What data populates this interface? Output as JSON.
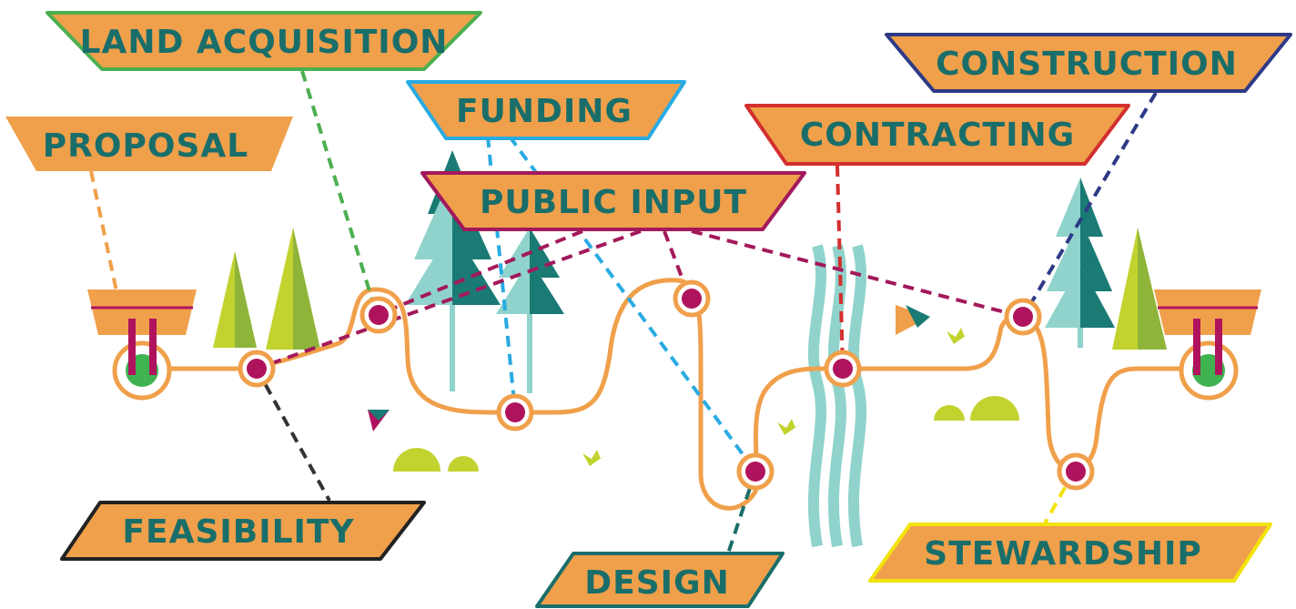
{
  "labels": {
    "land_acquisition": "LAND ACQUISITION",
    "proposal": "PROPOSAL",
    "funding": "FUNDING",
    "public_input": "PUBLIC INPUT",
    "contracting": "CONTRACTING",
    "construction": "CONSTRUCTION",
    "feasibility": "FEASIBILITY",
    "design": "DESIGN",
    "stewardship": "STEWARDSHIP"
  },
  "colors": {
    "label_fill": "#f0a04b",
    "label_text": "#1a6e6a",
    "trail": "#f0a04b",
    "node": "#b0135e",
    "land_acquisition": "#4caf50",
    "proposal": "#f0a04b",
    "funding": "#29abe2",
    "public_input": "#a3195b",
    "contracting": "#d32f2f",
    "construction": "#2e3a87",
    "feasibility": "#333333",
    "design": "#1a6e6a",
    "stewardship": "#f2e30a"
  }
}
